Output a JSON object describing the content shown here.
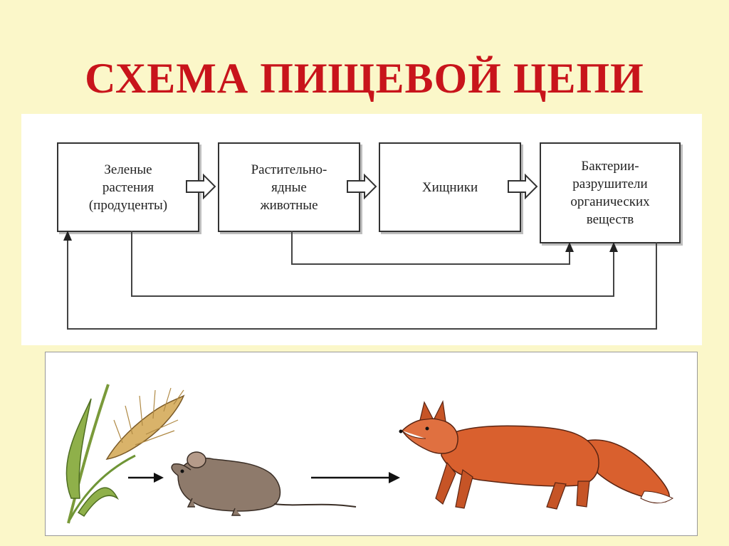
{
  "title": "СХЕМА ПИЩЕВОЙ ЦЕПИ",
  "diagram": {
    "nodes": [
      {
        "id": "producers",
        "label": "Зеленые\nрастения\n(продуценты)"
      },
      {
        "id": "herbivores",
        "label": "Растительно-\nядные\nживотные"
      },
      {
        "id": "predators",
        "label": "Хищники"
      },
      {
        "id": "decomposers",
        "label": "Бактерии-\nразрушители\nорганических\nвеществ"
      }
    ],
    "edges": [
      {
        "from": "producers",
        "to": "herbivores"
      },
      {
        "from": "herbivores",
        "to": "predators"
      },
      {
        "from": "predators",
        "to": "decomposers"
      },
      {
        "from": "herbivores",
        "to": "decomposers"
      },
      {
        "from": "producers",
        "to": "decomposers"
      },
      {
        "from": "decomposers",
        "to": "producers"
      }
    ]
  },
  "illustration": {
    "chain": [
      "wheat-plant",
      "mouse",
      "fox"
    ]
  },
  "colors": {
    "background": "#fbf7c9",
    "title": "#c8141b",
    "fox": "#d9602e"
  }
}
